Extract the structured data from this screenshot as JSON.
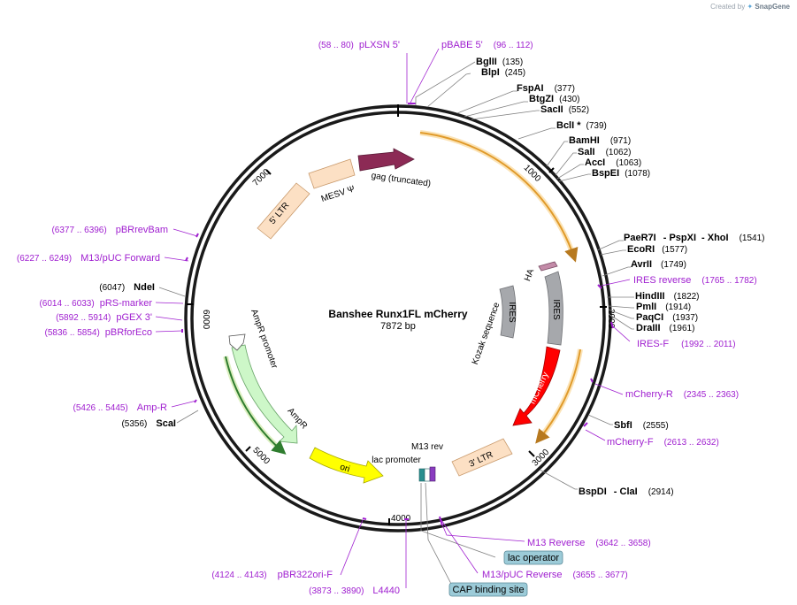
{
  "credit": {
    "prefix": "Created by",
    "brand": "SnapGene"
  },
  "plasmid": {
    "name": "Banshee Runx1FL mCherry",
    "size": "7872 bp",
    "length": 7872
  },
  "ticks": [
    "1000",
    "2000",
    "3000",
    "4000",
    "5000",
    "6000",
    "7000"
  ],
  "features": [
    {
      "id": "pbabe-5",
      "label": "pBABE 5'"
    },
    {
      "id": "5ltr",
      "label": "5' LTR"
    },
    {
      "id": "mesv",
      "label": "MESV Ψ"
    },
    {
      "id": "gag",
      "label": "gag (truncated)"
    },
    {
      "id": "ha",
      "label": "HA"
    },
    {
      "id": "ires1",
      "label": "IRES"
    },
    {
      "id": "ires2",
      "label": "IRES"
    },
    {
      "id": "kozak",
      "label": "Kozak sequence"
    },
    {
      "id": "mcherry",
      "label": "mCherry"
    },
    {
      "id": "3ltr",
      "label": "3' LTR"
    },
    {
      "id": "m13rev",
      "label": "M13 rev"
    },
    {
      "id": "lacpromoter",
      "label": "lac promoter"
    },
    {
      "id": "ori",
      "label": "ori"
    },
    {
      "id": "ampr",
      "label": "AmpR"
    },
    {
      "id": "ampr-promoter",
      "label": "AmpR promoter"
    }
  ],
  "sites": [
    {
      "name": "BglII",
      "pos": "(135)"
    },
    {
      "name": "BlpI",
      "pos": "(245)"
    },
    {
      "name": "FspAI",
      "pos": "(377)"
    },
    {
      "name": "BtgZI",
      "pos": "(430)"
    },
    {
      "name": "SacII",
      "pos": "(552)"
    },
    {
      "name": "BclI *",
      "pos": "(739)"
    },
    {
      "name": "BamHI",
      "pos": "(971)"
    },
    {
      "name": "SalI",
      "pos": "(1062)"
    },
    {
      "name": "AccI",
      "pos": "(1063)"
    },
    {
      "name": "BspEI",
      "pos": "(1078)"
    },
    {
      "name": "PaeR7I",
      "name2": "PspXI",
      "name3": "XhoI",
      "pos": "(1541)"
    },
    {
      "name": "EcoRI",
      "pos": "(1577)"
    },
    {
      "name": "AvrII",
      "pos": "(1749)"
    },
    {
      "name": "HindIII",
      "pos": "(1822)"
    },
    {
      "name": "PmlI",
      "pos": "(1914)"
    },
    {
      "name": "PaqCI",
      "pos": "(1937)"
    },
    {
      "name": "DraIII",
      "pos": "(1961)"
    },
    {
      "name": "SbfI",
      "pos": "(2555)"
    },
    {
      "name": "BspDI",
      "name2": "ClaI",
      "pos": "(2914)"
    },
    {
      "name": "ScaI",
      "pos": "(5356)"
    },
    {
      "name": "NdeI",
      "pos": "(6047)"
    }
  ],
  "primers": [
    {
      "name": "pLXSN 5'",
      "range": "(58 .. 80)"
    },
    {
      "name": "pBABE 5'",
      "range": "(96 .. 112)"
    },
    {
      "name": "IRES reverse",
      "range": "(1765 .. 1782)"
    },
    {
      "name": "IRES-F",
      "range": "(1992 .. 2011)"
    },
    {
      "name": "mCherry-R",
      "range": "(2345 .. 2363)"
    },
    {
      "name": "mCherry-F",
      "range": "(2613 .. 2632)"
    },
    {
      "name": "M13 Reverse",
      "range": "(3642 .. 3658)"
    },
    {
      "name": "M13/pUC Reverse",
      "range": "(3655 .. 3677)"
    },
    {
      "name": "pBR322ori-F",
      "range": "(4124 .. 4143)"
    },
    {
      "name": "L4440",
      "range": "(3873 .. 3890)"
    },
    {
      "name": "Amp-R",
      "range": "(5426 .. 5445)"
    },
    {
      "name": "pBRforEco",
      "range": "(5836 .. 5854)"
    },
    {
      "name": "pGEX 3'",
      "range": "(5892 .. 5914)"
    },
    {
      "name": "pRS-marker",
      "range": "(6014 .. 6033)"
    },
    {
      "name": "M13/pUC Forward",
      "range": "(6227 .. 6249)"
    },
    {
      "name": "pBRrevBam",
      "range": "(6377 .. 6396)"
    }
  ],
  "boxed_labels": [
    {
      "name": "lac operator"
    },
    {
      "name": "CAP binding site"
    }
  ],
  "colors": {
    "backbone": "#1a1a1a",
    "ltr": "#fce0c4",
    "gag": "#8c2a55",
    "ires": "#a6a8ac",
    "mcherry": "#ff0000",
    "ori": "#ffff00",
    "ampr": "#cdf7c8",
    "primer": "#a020d0",
    "orange_arrow": "#e09a2a",
    "boxed_label_bg": "#9ccbd8"
  }
}
